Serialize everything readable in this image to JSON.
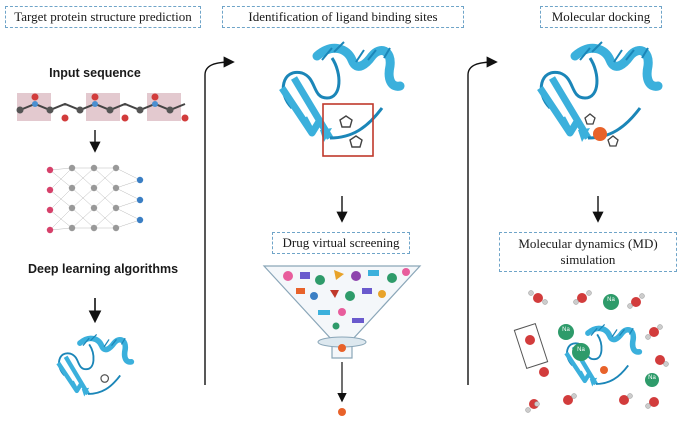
{
  "panels": {
    "target": {
      "title": "Target protein structure prediction",
      "input_label": "Input sequence",
      "algo_label": "Deep learning algorithms"
    },
    "binding": {
      "title": "Identification of ligand binding sites",
      "screening_label": "Drug virtual screening"
    },
    "docking": {
      "title": "Molecular docking",
      "md_label": "Molecular dynamics (MD) simulation",
      "ion_label": "Na"
    }
  },
  "colors": {
    "protein": "#3bb0dc",
    "protein_dark": "#1b86b8",
    "box_border": "#6fa4c8",
    "ligand_orange": "#e8622a",
    "binding_box": "#c0392b",
    "oxygen": "#d23c3c",
    "sodium": "#2e9b6a"
  }
}
